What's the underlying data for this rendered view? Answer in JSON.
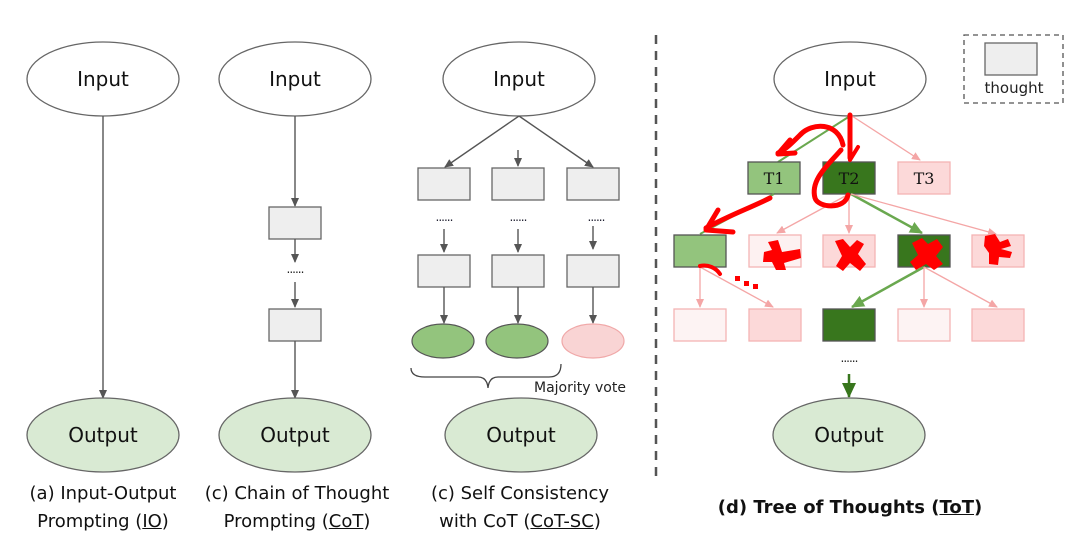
{
  "nodes": {
    "input_label": "Input",
    "output_label": "Output",
    "ellipsis": "......",
    "majority_vote": "Majority vote",
    "legend_label": "thought",
    "thought_labels": [
      "T1",
      "T2",
      "T3"
    ]
  },
  "captions": {
    "io": {
      "line1": "(a) Input-Output",
      "line2_pre": "Prompting (",
      "line2_abbr": "IO",
      "line2_post": ")"
    },
    "cot": {
      "line1": "(c) Chain of Thought",
      "line2_pre": "Prompting (",
      "line2_abbr": "CoT",
      "line2_post": ")"
    },
    "cotsc": {
      "line1": "(c) Self Consistency",
      "line2_pre": "with CoT (",
      "line2_abbr": "CoT-SC",
      "line2_post": ")"
    },
    "tot": {
      "pre": "(d) Tree of Thoughts (",
      "abbr": "ToT",
      "post": ")"
    }
  },
  "colors": {
    "thought_fill": "#eeeeee",
    "stroke": "#666666",
    "output_fill": "#d9ead3",
    "good_light": "#93c47d",
    "good_dark": "#38761d",
    "bad_fill": "#f4cccc",
    "bad_light_fill": "#fdf3f3",
    "bad_stroke": "#ea9999",
    "good_edge": "#6aa84f",
    "scribble": "#ff0000"
  }
}
